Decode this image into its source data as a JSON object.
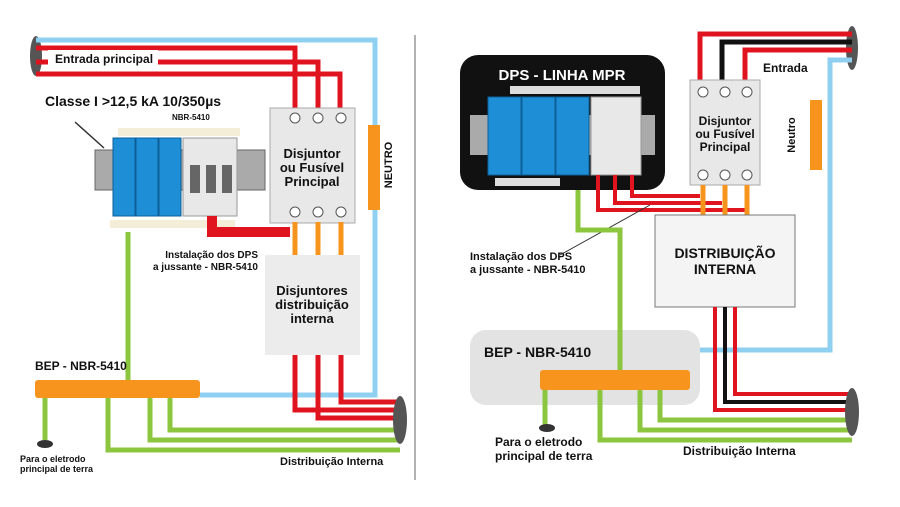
{
  "left": {
    "entrada": "Entrada principal",
    "classe": "Classe I >12,5 kA 10/350µs",
    "norma": "NBR-5410",
    "disjuntor": [
      "Disjuntor",
      "ou Fusível",
      "Principal"
    ],
    "neutro": "NEUTRO",
    "instalacao": [
      "Instalação dos DPS",
      "a jussante - NBR-5410"
    ],
    "disjuntores_dist": [
      "Disjuntores",
      "distribuição",
      "interna"
    ],
    "bep": "BEP - NBR-5410",
    "eletrodo": [
      "Para o eletrodo",
      "principal de terra"
    ],
    "distribuicao": "Distribuição Interna"
  },
  "right": {
    "dps_title": "DPS - LINHA MPR",
    "entrada": "Entrada",
    "neutro": "Neutro",
    "disjuntor": [
      "Disjuntor",
      "ou Fusível",
      "Principal"
    ],
    "instalacao": [
      "Instalação dos DPS",
      "a jussante - NBR-5410"
    ],
    "dist_box": [
      "DISTRIBUIÇÃO",
      "INTERNA"
    ],
    "bep": "BEP - NBR-5410",
    "eletrodo": [
      "Para o eletrodo",
      "principal de terra"
    ],
    "distribuicao": "Distribuição Interna"
  },
  "colors": {
    "phase": "#e0141e",
    "neutral": "#8fd0f0",
    "earth": "#8cc63f",
    "bus": "#f7941d",
    "dps": "#1e8fd6",
    "panel": "#111111"
  }
}
